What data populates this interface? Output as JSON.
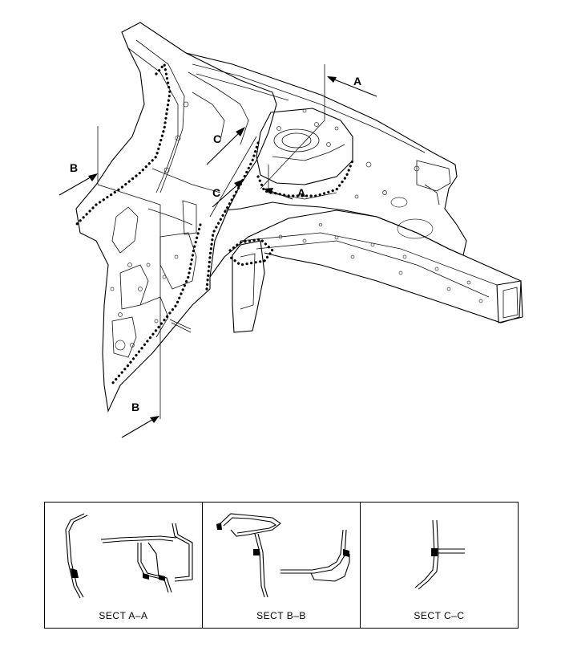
{
  "labels": {
    "a_top": "A",
    "a_inner": "A",
    "b_top": "B",
    "b_bottom": "B",
    "c_upper": "C",
    "c_lower": "C"
  },
  "sections": [
    {
      "caption": "SECT  A–A"
    },
    {
      "caption": "SECT  B–B"
    },
    {
      "caption": "SECT C–C"
    }
  ]
}
